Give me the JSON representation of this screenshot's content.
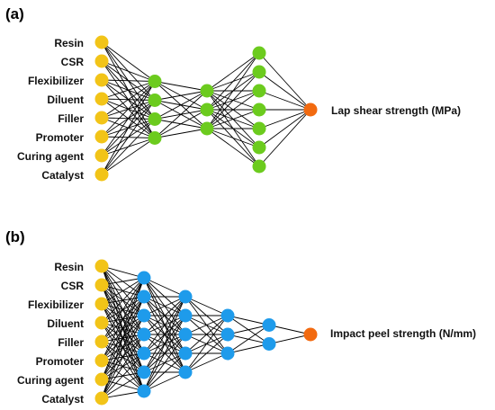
{
  "colors": {
    "input_node": "#F2C418",
    "hidden_node_a": "#6CCB1E",
    "hidden_node_b": "#1E9BEB",
    "output_node": "#F26A10",
    "edge": "#000000"
  },
  "panels": [
    {
      "label": "(a)",
      "inputs": [
        "Resin",
        "CSR",
        "Flexibilizer",
        "Diluent",
        "Filler",
        "Promoter",
        "Curing agent",
        "Catalyst"
      ],
      "hidden_layer_sizes": [
        4,
        3,
        7
      ],
      "hidden_color_key": "hidden_node_a",
      "output_label": "Lap shear strength (MPa)"
    },
    {
      "label": "(b)",
      "inputs": [
        "Resin",
        "CSR",
        "Flexibilizer",
        "Diluent",
        "Filler",
        "Promoter",
        "Curing agent",
        "Catalyst"
      ],
      "hidden_layer_sizes": [
        7,
        5,
        3,
        2
      ],
      "hidden_color_key": "hidden_node_b",
      "output_label": "Impact peel strength (N/mm)"
    }
  ]
}
